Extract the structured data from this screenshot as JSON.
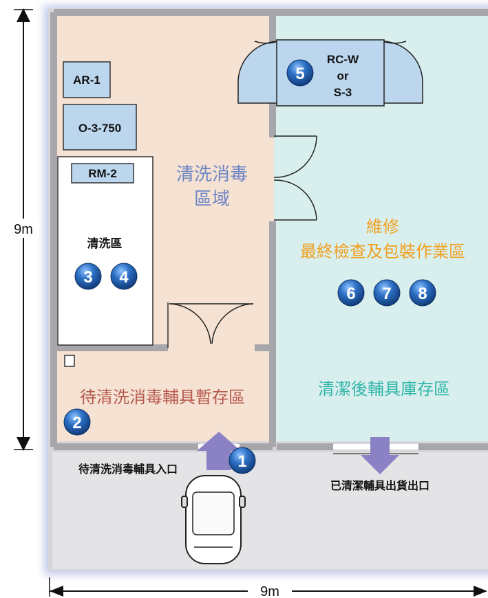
{
  "dimensions": {
    "vertical_label": "9m",
    "horizontal_label": "9m"
  },
  "equipment": {
    "ar1": "AR-1",
    "o3750": "O-3-750",
    "rm2": "RM-2",
    "rcw_line1": "RC-W",
    "rcw_line2": "or",
    "rcw_line3": "S-3"
  },
  "zones": {
    "disinfection_line1": "清洗消毒",
    "disinfection_line2": "區域",
    "washing": "清洗區",
    "repair_line1": "維修",
    "repair_line2": "最終檢查及包裝作業區",
    "staging": "待清洗消毒輔具暫存區",
    "clean_storage": "清潔後輔具庫存區"
  },
  "labels": {
    "entrance": "待清洗消毒輔具入口",
    "exit": "已清潔輔具出貨出口"
  },
  "markers": [
    "1",
    "2",
    "3",
    "4",
    "5",
    "6",
    "7",
    "8"
  ],
  "colors": {
    "dirty_zone": "#f5e2d3",
    "clean_zone": "#d9efee",
    "wall": "#a9a9ad",
    "equipment_fill": "#bcd6ee",
    "marker_blue": "#1f5fa8",
    "arrow_purple": "#8a82c4",
    "zone_blue_text": "#6f86c4",
    "zone_orange_text": "#f0a020",
    "zone_red_text": "#b5584c",
    "zone_teal_text": "#2fb5a8"
  }
}
